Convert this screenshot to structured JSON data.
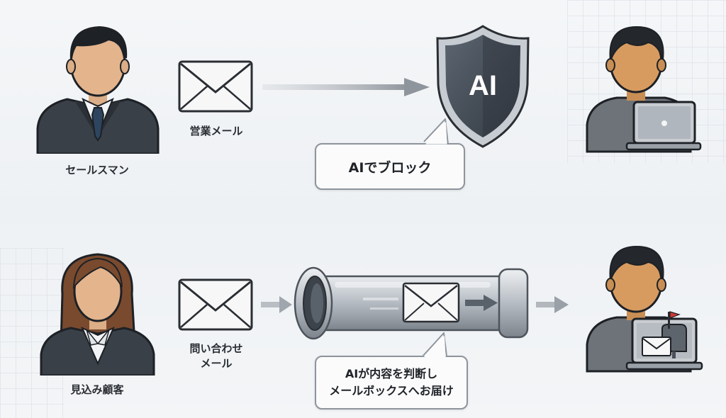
{
  "top_flow": {
    "sender_label": "セールスマン",
    "mail_label": "営業メール",
    "shield_text": "AI",
    "callout_text": "AIでブロック"
  },
  "bottom_flow": {
    "sender_label": "見込み顧客",
    "mail_label_line1": "問い合わせ",
    "mail_label_line2": "メール",
    "callout_line1": "AIが内容を判断し",
    "callout_line2": "メールボックスへお届け"
  },
  "colors": {
    "suit": "#3a4048",
    "skin": "#e4b48c",
    "shield": "#46505b",
    "arrow": "#9ea4ab",
    "pipe": "#b9c0c7"
  }
}
